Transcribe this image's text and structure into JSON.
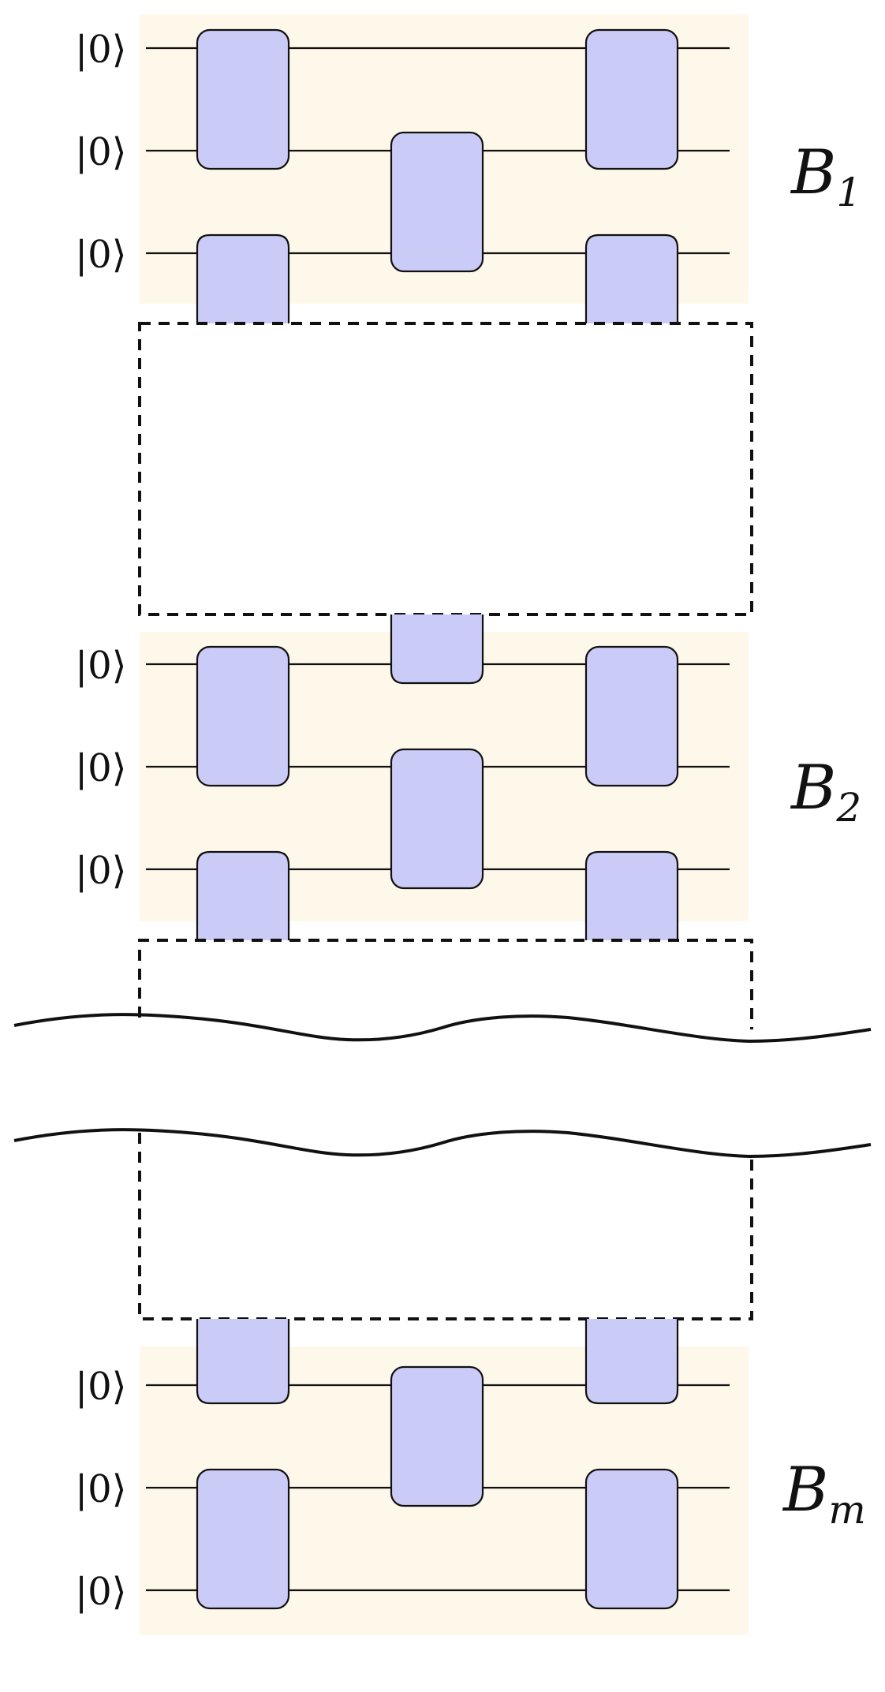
{
  "colors": {
    "block_background": "#fdf8e9",
    "gate_fill": "#cbcbf8",
    "line": "#111111"
  },
  "ket_label": "|0⟩",
  "blocks": [
    {
      "name": "B",
      "subscript": "1"
    },
    {
      "name": "B",
      "subscript": "2"
    },
    {
      "name": "B",
      "subscript": "m"
    }
  ]
}
